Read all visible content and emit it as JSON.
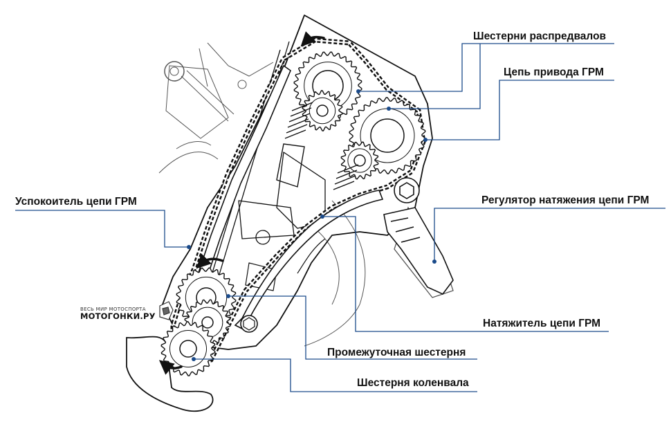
{
  "accent_color": "#1a4a8a",
  "labels": {
    "camshaft_gears": "Шестерни распредвалов",
    "timing_chain": "Цепь привода ГРМ",
    "chain_guide": "Успокоитель цепи ГРМ",
    "tensioner_regulator": "Регулятор натяжения цепи ГРМ",
    "chain_tensioner": "Натяжитель цепи ГРМ",
    "idler_gear": "Промежуточная шестерня",
    "crankshaft_gear": "Шестерня коленвала"
  },
  "watermark": {
    "tagline": "ВЕСЬ МИР МОТОСПОРТА",
    "site": "МОТОГОНКИ.РУ",
    "emblem": "motorcycle-emblem-icon"
  },
  "icons": {
    "rotation_arrow": "curved-arrow-icon",
    "gear": "gear-icon",
    "callout_dot": "callout-dot-icon"
  }
}
